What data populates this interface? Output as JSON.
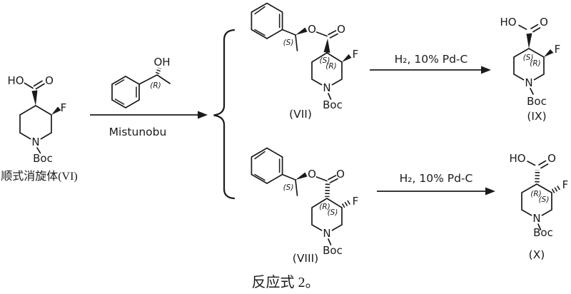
{
  "colors": {
    "ink": "#1b1b1b",
    "background": "#ffffff"
  },
  "caption": "反应式 2。",
  "arrows": {
    "mitsunobu": {
      "label": "Mistunobu"
    },
    "hydrogenation_top": {
      "label": "H₂, 10% Pd-C"
    },
    "hydrogenation_bottom": {
      "label": "H₂, 10% Pd-C"
    }
  },
  "compounds": {
    "vi": {
      "name_label": "顺式消旋体(VI)",
      "atoms": {
        "hydroxyl": "HO",
        "carbonyl_oxygen": "O",
        "fluorine": "F",
        "ring_nitrogen": "N",
        "boc": "Boc"
      }
    },
    "chiral_alcohol": {
      "atoms": {
        "hydroxyl": "OH"
      },
      "stereo": {
        "benzylic": "(R)"
      }
    },
    "vii": {
      "id_label": "(VII)",
      "atoms": {
        "ester_oxygen": "O",
        "carbonyl_oxygen": "O",
        "fluorine": "F",
        "ring_nitrogen": "N",
        "boc": "Boc"
      },
      "stereo": {
        "benzylic": "(S)",
        "c4": "(S)",
        "c3": "(R)"
      }
    },
    "viii": {
      "id_label": "(VIII)",
      "atoms": {
        "ester_oxygen": "O",
        "carbonyl_oxygen": "O",
        "fluorine": "F",
        "ring_nitrogen": "N",
        "boc": "Boc"
      },
      "stereo": {
        "benzylic": "(S)",
        "c4": "(R)",
        "c3": "(S)"
      }
    },
    "ix": {
      "id_label": "(IX)",
      "atoms": {
        "hydroxyl": "HO",
        "carbonyl_oxygen": "O",
        "fluorine": "F",
        "ring_nitrogen": "N",
        "boc": "Boc"
      },
      "stereo": {
        "c4": "(S)",
        "c3": "(R)"
      }
    },
    "x": {
      "id_label": "(X)",
      "atoms": {
        "hydroxyl": "HO",
        "carbonyl_oxygen": "O",
        "fluorine": "F",
        "ring_nitrogen": "N",
        "boc": "Boc"
      },
      "stereo": {
        "c4": "(R)",
        "c3": "(S)"
      }
    }
  }
}
